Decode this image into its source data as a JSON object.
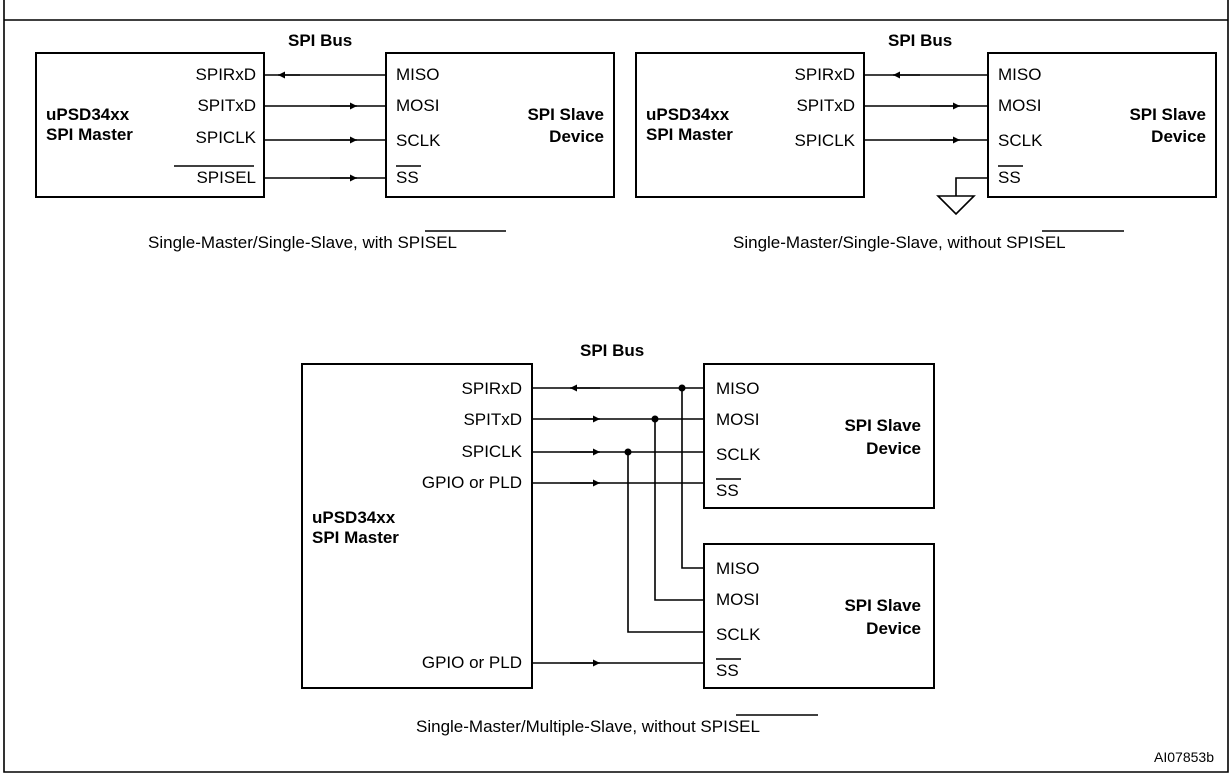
{
  "figure_title": "Figure … SPI Master/Slave configurations (partial)",
  "figure_title_visible": "",
  "figure_id": "AI07853b",
  "bus_label": "SPI Bus",
  "master": {
    "name_line1": "uPSD34xx",
    "name_line2": "SPI Master"
  },
  "slave": {
    "name_line1": "SPI Slave",
    "name_line2": "Device"
  },
  "pins_master": {
    "rxd": "SPIRxD",
    "txd": "SPITxD",
    "clk": "SPICLK",
    "sel": "SPISEL",
    "gpio": "GPIO or PLD"
  },
  "pins_slave": {
    "miso": "MISO",
    "mosi": "MOSI",
    "sclk": "SCLK",
    "ss": "SS"
  },
  "captions": {
    "a_prefix": "Single-Master/Single-Slave, with ",
    "b_prefix": "Single-Master/Single-Slave, without ",
    "c_prefix": "Single-Master/Multiple-Slave, without ",
    "overlined": "SPISEL"
  }
}
